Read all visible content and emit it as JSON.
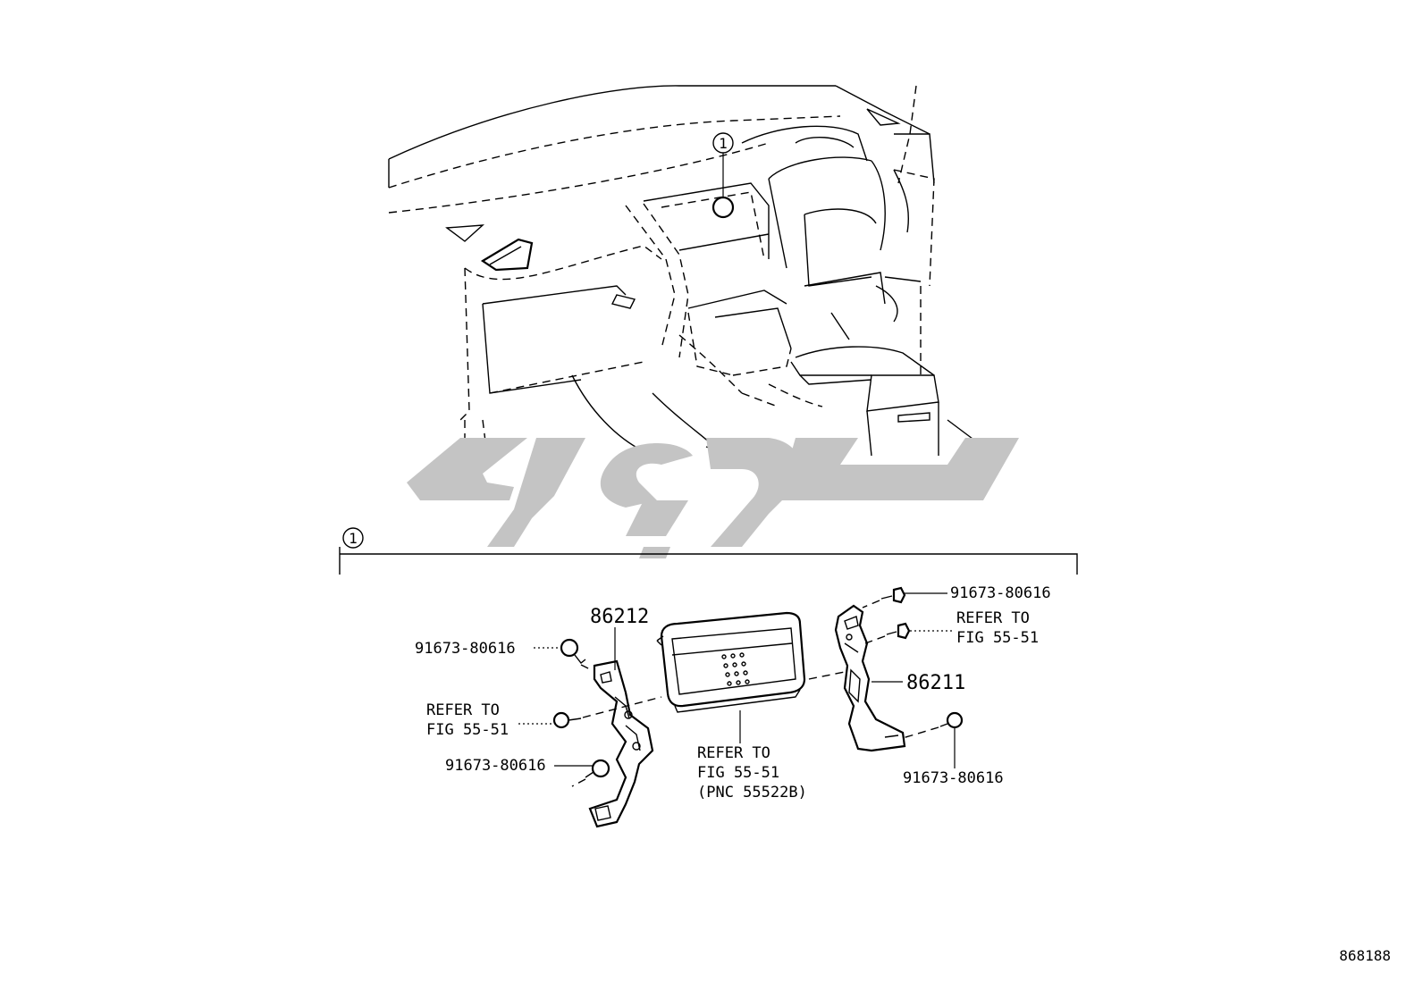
{
  "callout": "1",
  "section_callout": "1",
  "parts": {
    "bracket_left": "86212",
    "bracket_right": "86211",
    "bolt_top_right": "91673-80616",
    "bolt_left_top": "91673-80616",
    "bolt_left_bottom": "91673-80616",
    "bolt_right_bottom": "91673-80616"
  },
  "refs": {
    "left_line1": "REFER TO",
    "left_line2": "FIG 55-51",
    "right_line1": "REFER TO",
    "right_line2": "FIG 55-51",
    "center_line1": "REFER TO",
    "center_line2": "FIG 55-51",
    "center_line3": "(PNC 55522B)"
  },
  "illustration_id": "868188",
  "colors": {
    "line": "#000000",
    "watermark": "#c4c4c4",
    "background": "#ffffff"
  }
}
